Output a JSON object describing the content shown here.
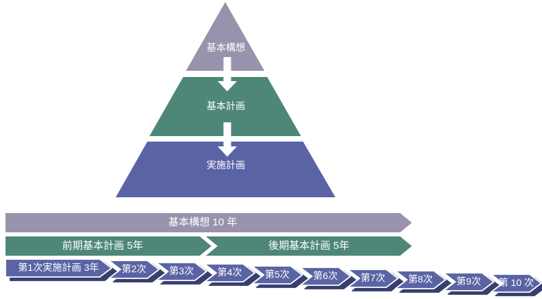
{
  "pyramid": {
    "levels": [
      {
        "label": "基本構想",
        "color": "#9992ac"
      },
      {
        "label": "基本計画",
        "color": "#4e8777"
      },
      {
        "label": "実施計画",
        "color": "#5a64a4"
      }
    ]
  },
  "timeline": {
    "concept_bar": {
      "label": "基本構想 10 年",
      "color": "#9992ac"
    },
    "plan_bars": [
      {
        "label": "前期基本計画 5年",
        "color": "#4e8777"
      },
      {
        "label": "後期基本計画 5年",
        "color": "#4e8777"
      }
    ],
    "implementation_bars": [
      {
        "label": "第1次実施計画 3年"
      },
      {
        "label": "第2次"
      },
      {
        "label": "第3次"
      },
      {
        "label": "第4次"
      },
      {
        "label": "第5次"
      },
      {
        "label": "第6次"
      },
      {
        "label": "第7次"
      },
      {
        "label": "第8次"
      },
      {
        "label": "第9次"
      },
      {
        "label": "第 10 次"
      }
    ],
    "implementation_color": "#5a64a4",
    "implementation_shadow_color": "#383f6e"
  },
  "colors": {
    "background": "#ffffff",
    "text": "#ffffff"
  }
}
